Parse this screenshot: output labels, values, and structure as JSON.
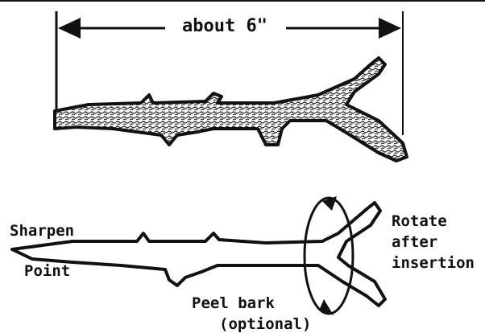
{
  "diagram": {
    "measure_label": "about 6\"",
    "sharpen_line1": "Sharpen",
    "sharpen_line2": "Point",
    "rotate_line1": "Rotate",
    "rotate_line2": "after",
    "rotate_line3": "insertion",
    "peel_line1": "Peel bark",
    "peel_line2": "(optional)",
    "colors": {
      "ink": "#111111",
      "paper": "#ffffff"
    }
  }
}
